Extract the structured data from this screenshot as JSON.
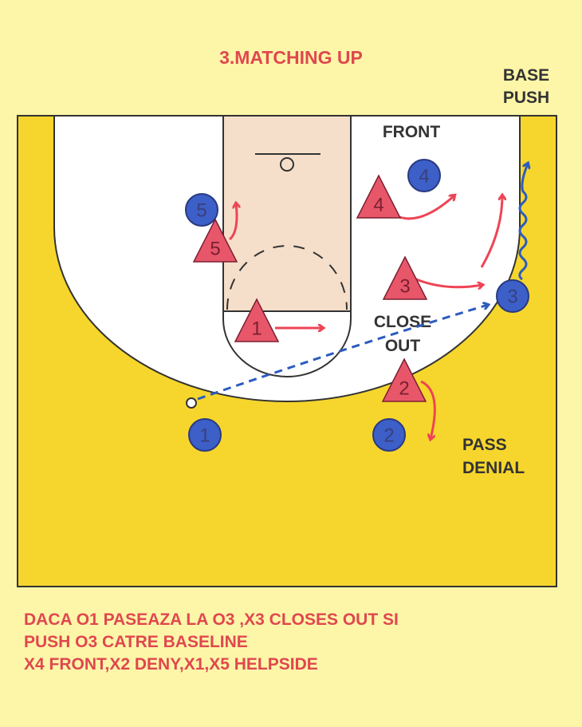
{
  "title": "3.MATCHING UP",
  "labels": {
    "base": "BASE",
    "push": "PUSH",
    "front": "FRONT",
    "close": "CLOSE",
    "out": "OUT",
    "pass": "PASS",
    "denial": "DENIAL"
  },
  "offense": [
    "1",
    "2",
    "3",
    "4",
    "5"
  ],
  "defense": [
    "1",
    "2",
    "3",
    "4",
    "5"
  ],
  "description_lines": [
    "DACA O1 PASEAZA LA O3 ,X3 CLOSES OUT SI",
    "PUSH O3 CATRE BASELINE",
    "X4 FRONT,X2 DENY,X1,X5 HELPSIDE"
  ],
  "colors": {
    "background": "#fdf6a8",
    "court": "#f6d62c",
    "lane": "#f5dfca",
    "offense": "#3c5fc8",
    "defense": "#e8566a",
    "arrow_red": "#ee4455",
    "pass_blue": "#2b5bbf",
    "title_red": "#e0474f"
  }
}
